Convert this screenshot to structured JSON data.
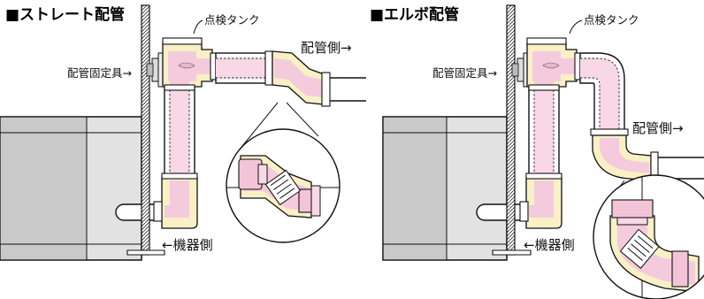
{
  "left": {
    "title": "■ストレート配管",
    "inspection_tank": "点検タンク",
    "piping_side": "配管側→",
    "pipe_fixture": "配管固定具→",
    "equipment_side": "←機器側"
  },
  "right": {
    "title": "■エルボ配管",
    "inspection_tank": "点検タンク",
    "piping_side": "配管側→",
    "pipe_fixture": "配管固定具→",
    "equipment_side": "←機器側"
  },
  "colors": {
    "pipe_interior": "#f8d7e6",
    "fitting": "#f9f0c6",
    "unit_gray": "#c9c9c9"
  }
}
